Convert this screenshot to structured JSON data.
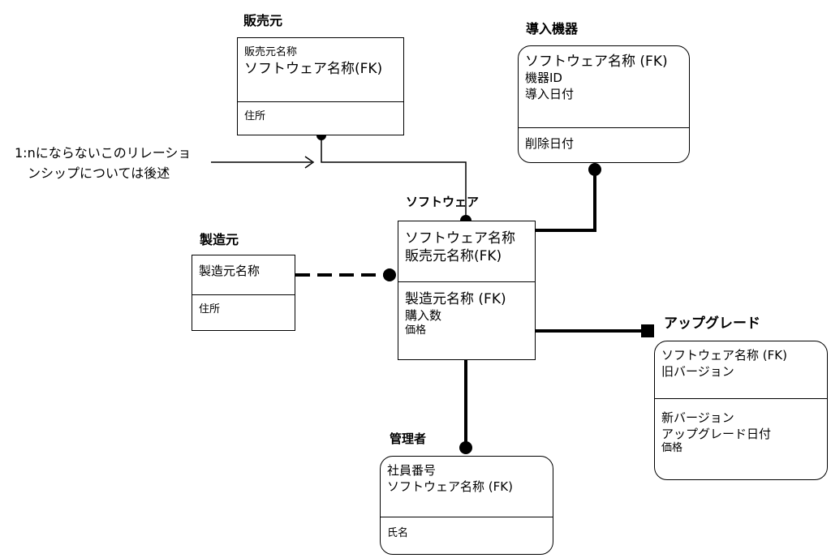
{
  "note": {
    "line1": "1:nにならないこのリレーショ",
    "line2": "ンシップについては後述"
  },
  "entities": {
    "hanbaimoto": {
      "title": "販売元",
      "keys": [
        "販売元名称",
        "ソフトウェア名称(FK)"
      ],
      "attrs": [
        "住所"
      ]
    },
    "donyukiki": {
      "title": "導入機器",
      "keys": [
        "ソフトウェア名称 (FK)",
        "機器ID",
        "導入日付"
      ],
      "attrs": [
        "削除日付"
      ]
    },
    "seizomoto": {
      "title": "製造元",
      "keys": [
        "製造元名称"
      ],
      "attrs": [
        "住所"
      ]
    },
    "software": {
      "title": "ソフトウェア",
      "keys": [
        "ソフトウェア名称",
        "販売元名称(FK)"
      ],
      "attrs": [
        "製造元名称 (FK)",
        "購入数",
        "価格"
      ]
    },
    "upgrade": {
      "title": "アップグレード",
      "keys": [
        "ソフトウェア名称 (FK)",
        "旧バージョン"
      ],
      "attrs": [
        "新バージョン",
        "アップグレード日付",
        "価格"
      ]
    },
    "kanrisha": {
      "title": "管理者",
      "keys": [
        "社員番号",
        "ソフトウェア名称 (FK)"
      ],
      "attrs": [
        "氏名"
      ]
    }
  }
}
